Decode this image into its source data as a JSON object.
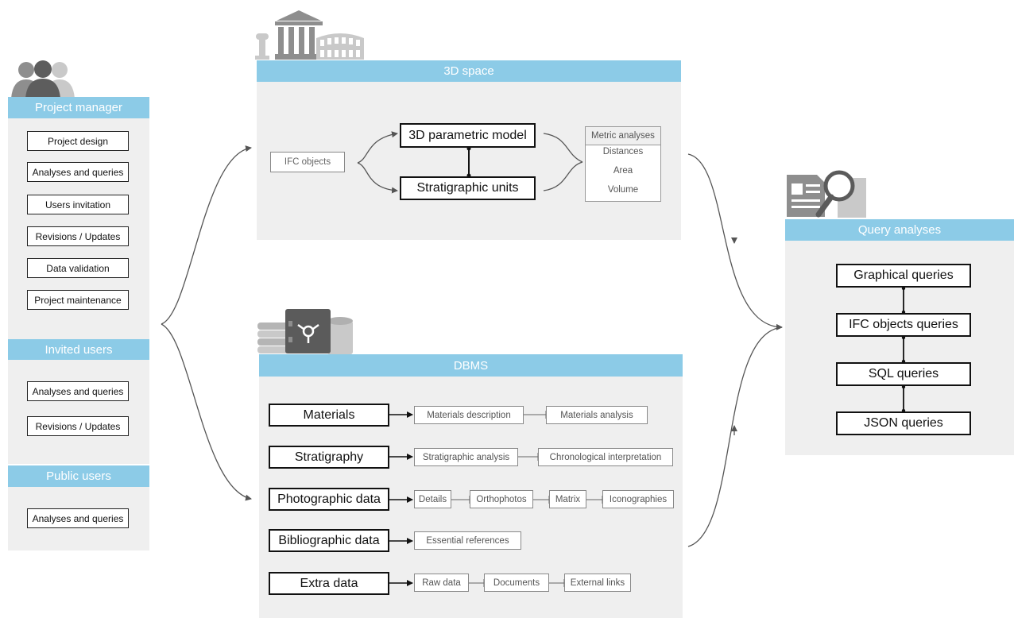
{
  "users": {
    "project_manager": {
      "title": "Project manager",
      "items": [
        "Project design",
        "Analyses and queries",
        "Users invitation",
        "Revisions / Updates",
        "Data validation",
        "Project maintenance"
      ]
    },
    "invited_users": {
      "title": "Invited users",
      "items": [
        "Analyses and queries",
        "Revisions / Updates"
      ]
    },
    "public_users": {
      "title": "Public users",
      "items": [
        "Analyses and queries"
      ]
    }
  },
  "space3d": {
    "title": "3D space",
    "ifc_objects": "IFC objects",
    "parametric_model": "3D parametric model",
    "stratigraphic_units": "Stratigraphic units",
    "metric": {
      "title": "Metric analyses",
      "items": [
        "Distances",
        "Area",
        "Volume"
      ]
    }
  },
  "dbms": {
    "title": "DBMS",
    "rows": [
      {
        "label": "Materials",
        "subs": [
          "Materials description",
          "Materials analysis"
        ]
      },
      {
        "label": "Stratigraphy",
        "subs": [
          "Stratigraphic analysis",
          "Chronological interpretation"
        ]
      },
      {
        "label": "Photographic data",
        "subs": [
          "Details",
          "Orthophotos",
          "Matrix",
          "Iconographies"
        ]
      },
      {
        "label": "Bibliographic data",
        "subs": [
          "Essential references"
        ]
      },
      {
        "label": "Extra data",
        "subs": [
          "Raw data",
          "Documents",
          "External links"
        ]
      }
    ]
  },
  "query": {
    "title": "Query analyses",
    "items": [
      "Graphical queries",
      "IFC objects queries",
      "SQL queries",
      "JSON queries"
    ]
  },
  "icons": [
    "users-icon",
    "monument-icon",
    "colosseum-icon",
    "database-icon",
    "safe-icon",
    "document-icon",
    "magnifier-icon"
  ],
  "colors": {
    "header": "#8ccbe7",
    "panel": "#efefef",
    "icon_gray": "#8a8a8a",
    "icon_light": "#c8c8c8",
    "icon_dark": "#5a5a5a"
  }
}
